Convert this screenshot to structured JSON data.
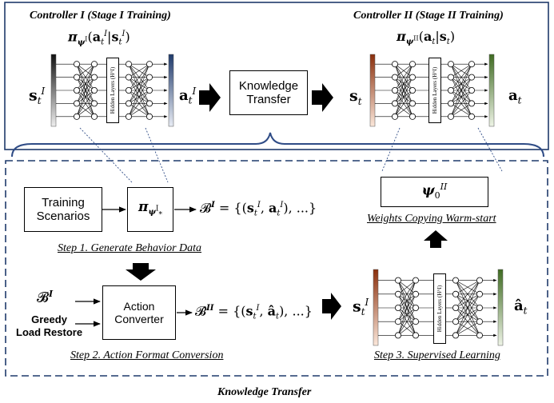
{
  "top": {
    "controller1_title": "Controller I (Stage I Training)",
    "controller1_policy": "π_ψ^I (a_t^I | s_t^I)",
    "controller2_title": "Controller II (Stage II Training)",
    "controller2_policy": "π_ψ^II (a_t | s_t)",
    "state1": "s_t^I",
    "action1": "a_t^I",
    "state2": "s_t",
    "action2": "a_t",
    "hidden_layers_label": "Hidden Layers (H^I)",
    "hidden_layers_label_2": "Hidden Layers (H^I)",
    "knowledge_transfer_box": [
      "Knowledge",
      "Transfer"
    ]
  },
  "bottom": {
    "training_scenarios": [
      "Training",
      "Scenarios"
    ],
    "policy_star": "π_ψ*^I",
    "behavior_data": "𝓑^I = {(s_t^I, a_t^I), ...}",
    "step1": "Step 1. Generate Behavior Data",
    "input_b": "𝓑^I",
    "greedy": [
      "Greedy",
      "Load Restore"
    ],
    "action_converter": [
      "Action",
      "Converter"
    ],
    "converted_data": "𝓑̂^II = {(s_t^I, â_t), ...}",
    "step2": "Step 2. Action Format Conversion",
    "weights": "ψ_0^II",
    "weights_caption": "Weights Copying Warm-start",
    "state3": "s_t^I",
    "action3": "â_t",
    "hidden_layers_label_3": "Hidden Layers (H^I)",
    "step3": "Step 3. Supervised Learning",
    "footer": "Knowledge Transfer"
  },
  "colors": {
    "frame": "#1f3a6b",
    "gray_bar": "#6e6e6e",
    "blue_bar": "#2f4c86",
    "orange_bar": "#b8551e",
    "green_bar": "#5f8a3a"
  }
}
